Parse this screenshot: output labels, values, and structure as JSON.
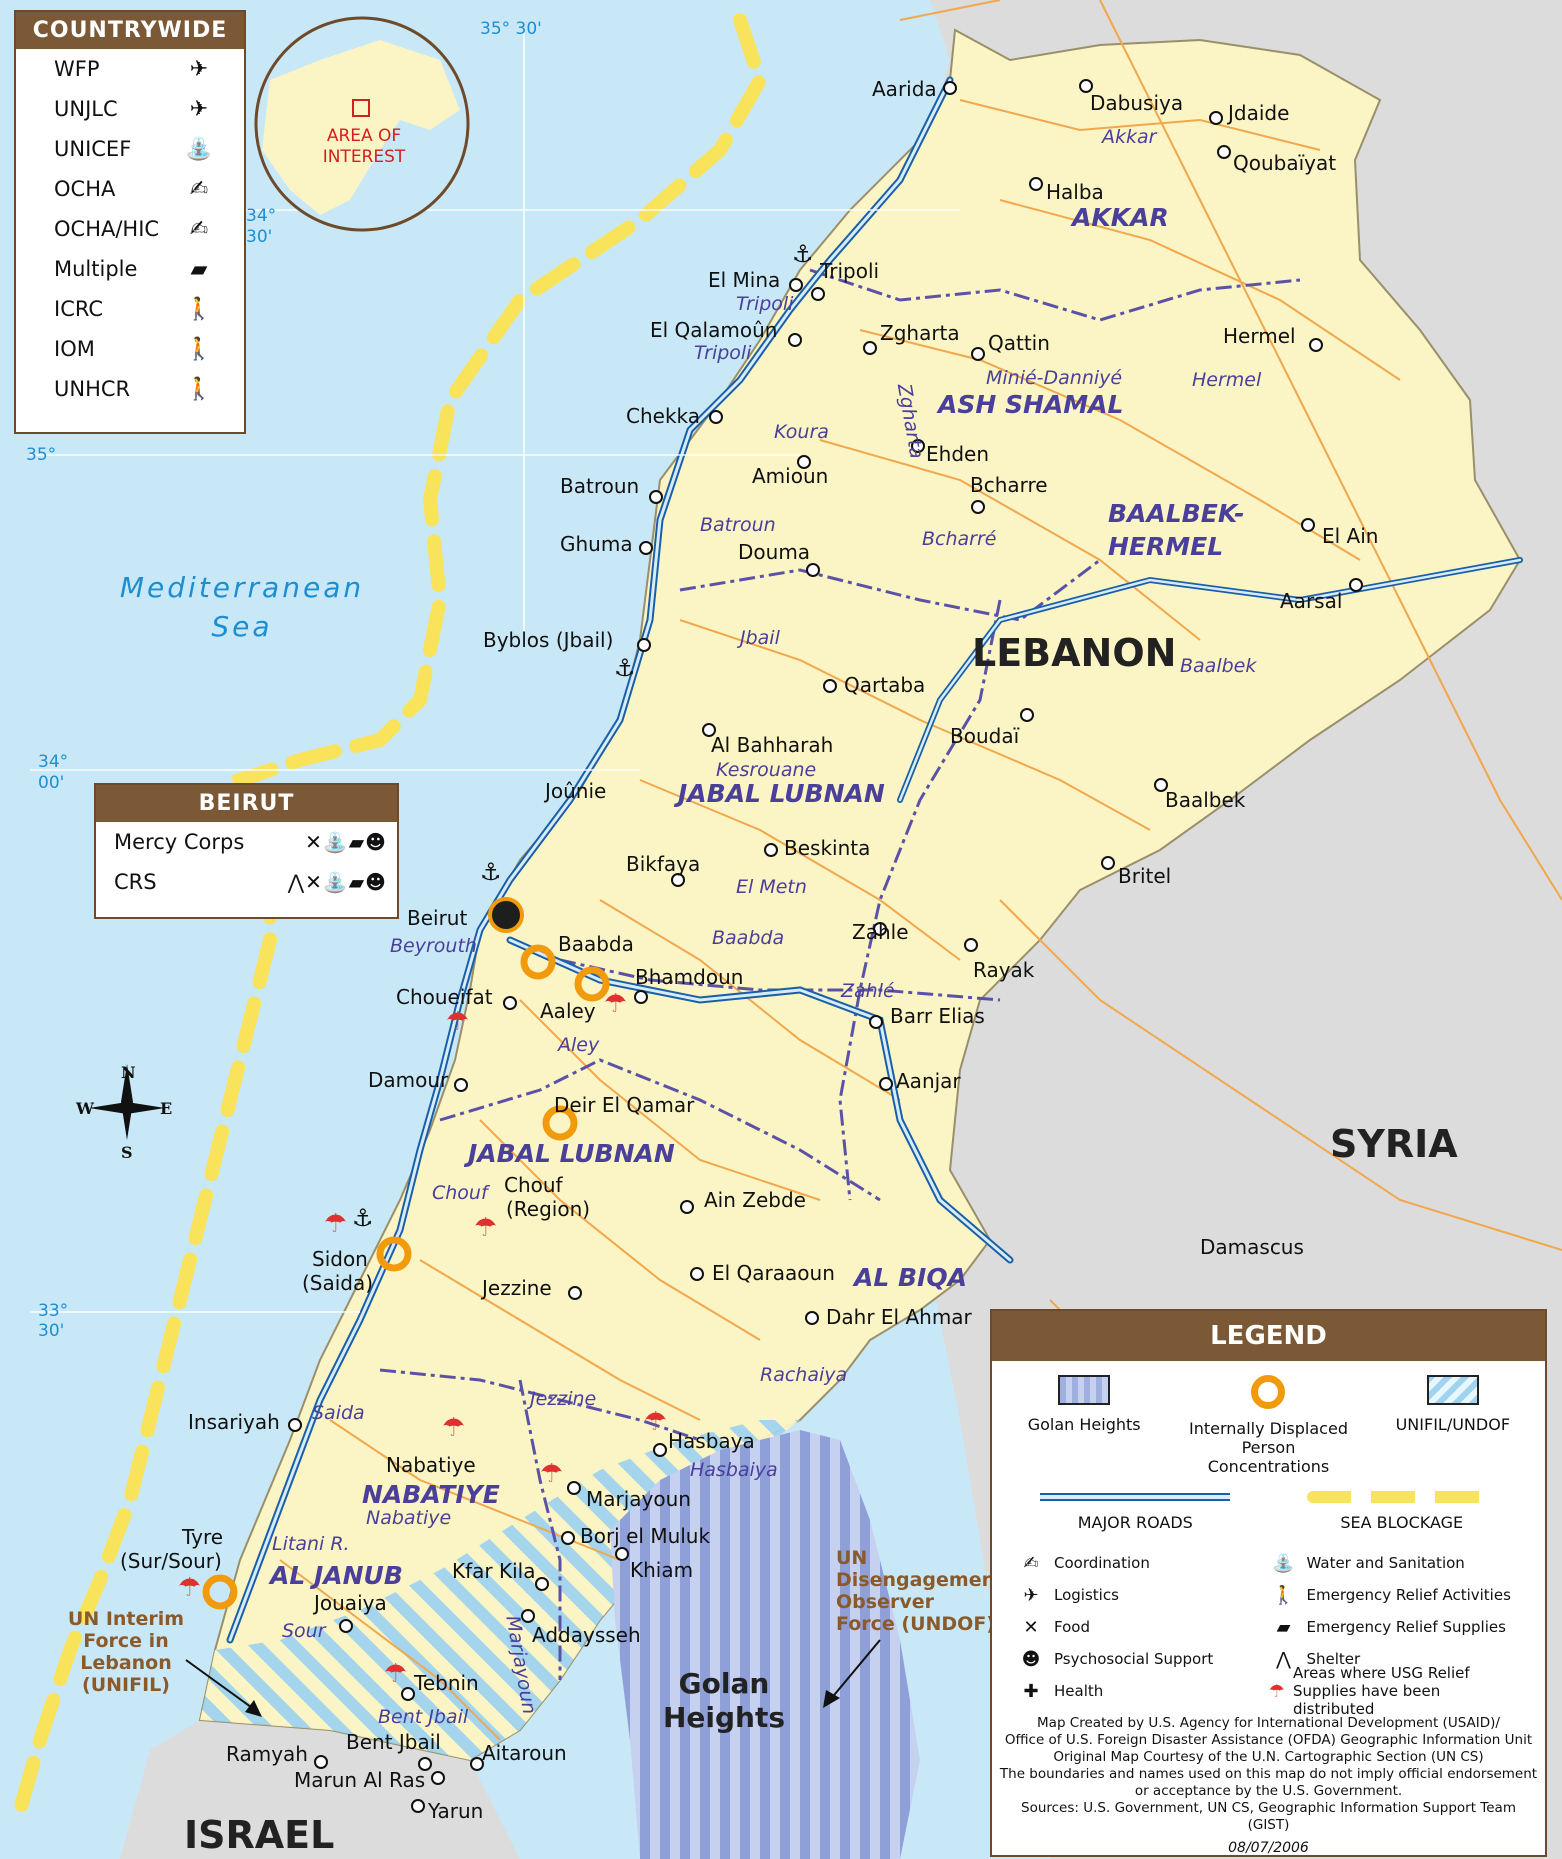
{
  "countrywide": {
    "title": "COUNTRYWIDE",
    "items": [
      {
        "org": "WFP",
        "icon": "✈"
      },
      {
        "org": "UNJLC",
        "icon": "✈"
      },
      {
        "org": "UNICEF",
        "icon": "⛲"
      },
      {
        "org": "OCHA",
        "icon": "✍"
      },
      {
        "org": "OCHA/HIC",
        "icon": "✍"
      },
      {
        "org": "Multiple",
        "icon": "▰"
      },
      {
        "org": "ICRC",
        "icon": "🚶"
      },
      {
        "org": "IOM",
        "icon": "🚶"
      },
      {
        "org": "UNHCR",
        "icon": "🚶"
      }
    ]
  },
  "beirut": {
    "title": "BEIRUT",
    "items": [
      {
        "org": "Mercy Corps",
        "icons": "✕⛲▰☻"
      },
      {
        "org": "CRS",
        "icons": "⋀✕⛲▰☻"
      }
    ]
  },
  "inset": {
    "label_line1": "AREA OF",
    "label_line2": "INTEREST"
  },
  "coordinates": {
    "top": "35° 30'",
    "c34_30a": "34°",
    "c34_30b": "30'",
    "c35": "35°",
    "c34_00a": "34°",
    "c34_00b": "00'",
    "c33_30a": "33°",
    "c33_30b": "30'"
  },
  "compass": {
    "n": "N",
    "s": "S",
    "e": "E",
    "w": "W"
  },
  "water": {
    "sea_line1": "Mediterranean",
    "sea_line2": "Sea"
  },
  "countries": {
    "lebanon": "LEBANON",
    "syria": "SYRIA",
    "israel": "ISRAEL"
  },
  "governorates": {
    "akkar": "AKKAR",
    "ash_shamal": "ASH SHAMAL",
    "baalbek_1": "BAALBEK-",
    "baalbek_2": "HERMEL",
    "jabal_lubnan_n": "JABAL LUBNAN",
    "jabal_lubnan_s": "JABAL LUBNAN",
    "al_biqa": "AL BIQA",
    "nabatiye": "NABATIYE",
    "al_janub": "AL JANUB"
  },
  "districts": {
    "akkar": "Akkar",
    "tripoli1": "Tripoli",
    "tripoli2": "Tripoli",
    "zgharta": "Zgharta",
    "minie": "Minié-Danniyé",
    "hermel": "Hermel",
    "koura": "Koura",
    "batroun": "Batroun",
    "bcharre": "Bcharré",
    "jbail": "Jbail",
    "baalbek": "Baalbek",
    "kesrouane": "Kesrouane",
    "elmetn": "El Metn",
    "baabda": "Baabda",
    "beyrouth": "Beyrouth",
    "zahle": "Zahlé",
    "aley": "Aley",
    "chouf": "Chouf",
    "rachaiya": "Rachaiya",
    "jezzine": "Jezzine",
    "saida": "Saida",
    "hasbaiya": "Hasbaiya",
    "nabatiye": "Nabatiye",
    "litani": "Litani R.",
    "sour": "Sour",
    "marjayoun": "Marjayoun",
    "bentjbail": "Bent Jbail"
  },
  "cities": {
    "aarida": "Aarida",
    "dabusiya": "Dabusiya",
    "jdaide": "Jdaide",
    "qoubaiyat": "Qoubaïyat",
    "halba": "Halba",
    "elmina": "El Mina",
    "tripoli": "Tripoli",
    "elqalamoun": "El Qalamoûn",
    "zgharta": "Zgharta",
    "qattin": "Qattin",
    "hermel": "Hermel",
    "chekka": "Chekka",
    "ehden": "Ehden",
    "amioun": "Amioun",
    "batroun": "Batroun",
    "bcharre": "Bcharre",
    "elain": "El Ain",
    "ghuma": "Ghuma",
    "douma": "Douma",
    "aarsal": "Aarsal",
    "byblos": "Byblos (Jbail)",
    "qartaba": "Qartaba",
    "boudai": "Boudaï",
    "albahharah": "Al Bahharah",
    "jounie": "Joûnie",
    "baalbek": "Baalbek",
    "beskinta": "Beskinta",
    "bikfaya": "Bikfaya",
    "britel": "Britel",
    "beirut": "Beirut",
    "baabda": "Baabda",
    "zahle": "Zahle",
    "rayak": "Rayak",
    "bhamdoun": "Bhamdoun",
    "choueifat": "Choueifat",
    "aaley": "Aaley",
    "barrelias": "Barr Elias",
    "damour": "Damour",
    "aanjar": "Aanjar",
    "deirelqamar": "Deir El Qamar",
    "chouf1": "Chouf",
    "chouf2": "(Region)",
    "ainzebde": "Ain Zebde",
    "damascus": "Damascus",
    "sidon1": "Sidon",
    "sidon2": "(Saida)",
    "elqaraaoun": "El Qaraaoun",
    "jezzine": "Jezzine",
    "dahrelahmar": "Dahr El Ahmar",
    "insariyah": "Insariyah",
    "hasbaya": "Hasbaya",
    "nabatiye": "Nabatiye",
    "marjayoun": "Marjayoun",
    "tyre1": "Tyre",
    "tyre2": "(Sur/Sour)",
    "borjelmuluk": "Borj el Muluk",
    "kfarkila": "Kfar Kila",
    "khiam": "Khiam",
    "jouaiya": "Jouaiya",
    "addaysseh": "Addaysseh",
    "tebnin": "Tebnin",
    "ramyah": "Ramyah",
    "bentjbail": "Bent Jbail",
    "aitaroun": "Aitaroun",
    "marunalras": "Marun Al Ras",
    "yarun": "Yarun"
  },
  "un_forces": {
    "unifil": [
      "UN Interim",
      "Force in",
      "Lebanon",
      "(UNIFIL)"
    ],
    "undof": [
      "UN",
      "Disengagement",
      "Observer",
      "Force (UNDOF)"
    ]
  },
  "golan": {
    "line1": "Golan",
    "line2": "Heights"
  },
  "legend": {
    "title": "LEGEND",
    "golan": "Golan Heights",
    "idp_line1": "Internally Displaced Person",
    "idp_line2": "Concentrations",
    "unifil": "UNIFIL/UNDOF",
    "roads": "MAJOR ROADS",
    "blockade": "SEA BLOCKAGE",
    "items": [
      {
        "icon": "✍",
        "label": "Coordination"
      },
      {
        "icon": "⛲",
        "label": "Water and Sanitation"
      },
      {
        "icon": "✈",
        "label": "Logistics"
      },
      {
        "icon": "🚶",
        "label": "Emergency Relief Activities"
      },
      {
        "icon": "✕",
        "label": "Food"
      },
      {
        "icon": "▰",
        "label": "Emergency Relief Supplies"
      },
      {
        "icon": "☻",
        "label": "Psychosocial Support"
      },
      {
        "icon": "⋀",
        "label": "Shelter"
      },
      {
        "icon": "✚",
        "label": "Health"
      },
      {
        "icon": "☂",
        "label": "Areas where USG Relief Supplies have been distributed"
      }
    ],
    "credit": [
      "Map Created by U.S. Agency for International Development (USAID)/",
      "Office of U.S. Foreign Disaster Assistance (OFDA) Geographic Information Unit",
      "Original Map Courtesy of the U.N. Cartographic Section (UN CS)",
      "The boundaries and names used on this map do not imply official endorsement",
      "or acceptance by the U.S. Government.",
      "Sources: U.S. Government, UN CS, Geographic Information Support Team (GIST)"
    ],
    "date": "08/07/2006"
  },
  "colors": {
    "sea": "#c9e8f7",
    "lebanon": "#fbf4c4",
    "neighbors": "#dcdcdc",
    "roads_minor": "#f2a74c",
    "roads_major": "#1a5fa8",
    "boundary": "#5b52a8",
    "blockade": "#f8e35a",
    "idp": "#f09a0c",
    "unifil": "#9fd3ef",
    "golan": "#9fb0e0",
    "panel": "#7b5836"
  }
}
